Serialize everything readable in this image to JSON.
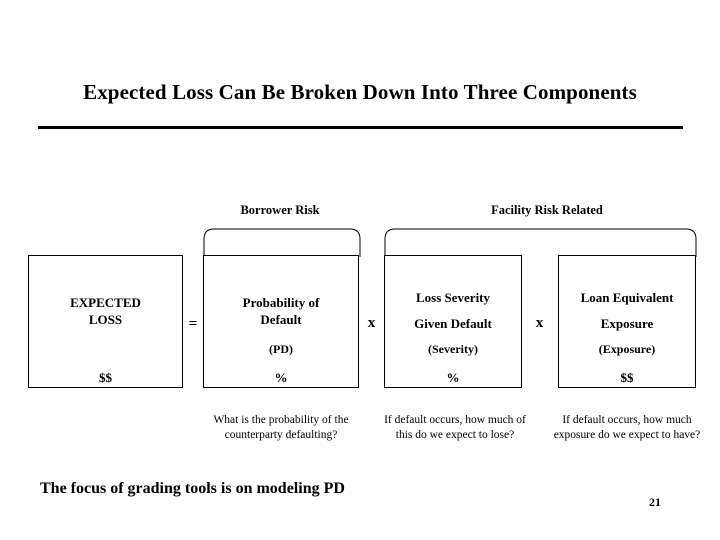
{
  "slide": {
    "title": "Expected Loss Can Be Broken Down Into Three Components",
    "footer_note": "The focus of grading tools is on modeling PD",
    "page_number": "21"
  },
  "groups": [
    {
      "label": "Borrower Risk"
    },
    {
      "label": "Facility Risk Related"
    }
  ],
  "boxes": [
    {
      "id": "expected-loss",
      "line1": "EXPECTED",
      "line2": "LOSS",
      "line3": "",
      "unit": "$$"
    },
    {
      "id": "probability-of-default",
      "line1": "Probability of",
      "line2": "Default",
      "line3": "(PD)",
      "unit": "%"
    },
    {
      "id": "loss-severity",
      "line1": "Loss Severity",
      "line2": "Given Default",
      "line3": "(Severity)",
      "unit": "%"
    },
    {
      "id": "loan-equivalent-exposure",
      "line1": "Loan Equivalent",
      "line2": "Exposure",
      "line3": "(Exposure)",
      "unit": "$$"
    }
  ],
  "operators": {
    "equals": "=",
    "times_1": "x",
    "times_2": "x"
  },
  "sub_captions": [
    {
      "id": "pd-note",
      "text": "What is the probability of the counterparty defaulting?"
    },
    {
      "id": "severity-note",
      "text": "If default occurs, how much of this do we expect to lose?"
    },
    {
      "id": "exposure-note",
      "text": "If default occurs, how much exposure do we expect to have?"
    }
  ]
}
